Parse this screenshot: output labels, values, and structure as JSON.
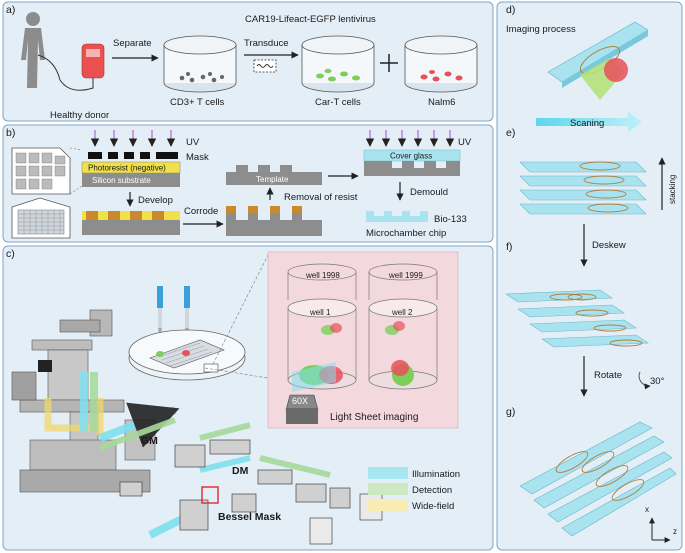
{
  "panels": {
    "a": {
      "letter": "a)",
      "healthy_donor": "Healthy donor",
      "separate": "Separate",
      "transduce": "Transduce",
      "lentivirus": "CAR19-Lifeact-EGFP lentivirus",
      "cd3": "CD3+ T cells",
      "car_t": "Car-T cells",
      "nalm6": "Nalm6"
    },
    "b": {
      "letter": "b)",
      "uv1": "UV",
      "mask": "Mask",
      "photoresist": "Photoresist (negative)",
      "silicon": "Silicon substrate",
      "develop": "Develop",
      "corrode": "Corrode",
      "template": "Template",
      "removal": "Removal of resist",
      "cover_glass": "Cover glass",
      "uv2": "UV",
      "demould": "Demould",
      "bio133": "Bio-133",
      "chip": "Microchamber chip"
    },
    "c": {
      "letter": "c)",
      "well_1998": "well 1998",
      "well_1999": "well 1999",
      "well_1": "well 1",
      "well_2": "well 2",
      "obj_60x": "60X",
      "lightsheet": "Light Sheet imaging",
      "gm": "GM",
      "dm": "DM",
      "bessel": "Bessel Mask",
      "legend": [
        {
          "label": "Illumination",
          "color": "#a8e6f0"
        },
        {
          "label": "Detection",
          "color": "#cfe8c4"
        },
        {
          "label": "Wide-field",
          "color": "#f8ecb4"
        }
      ]
    },
    "d": {
      "letter": "d)",
      "title": "Imaging process",
      "scaning": "Scaning"
    },
    "e": {
      "letter": "e)",
      "stacking": "stacking"
    },
    "f": {
      "letter": "f)",
      "deskew": "Deskew"
    },
    "rotate": {
      "label": "Rotate",
      "angle": "30°"
    },
    "g": {
      "letter": "g)",
      "axis_x": "x",
      "axis_z": "z"
    }
  },
  "colors": {
    "panel_bg": "#e3eef7",
    "panel_border": "#7fa6c8",
    "inset_bg": "#f3d9de",
    "glass": "#a9e3ef",
    "green_cell": "#7dcf5a",
    "red_cell": "#e8505a"
  }
}
